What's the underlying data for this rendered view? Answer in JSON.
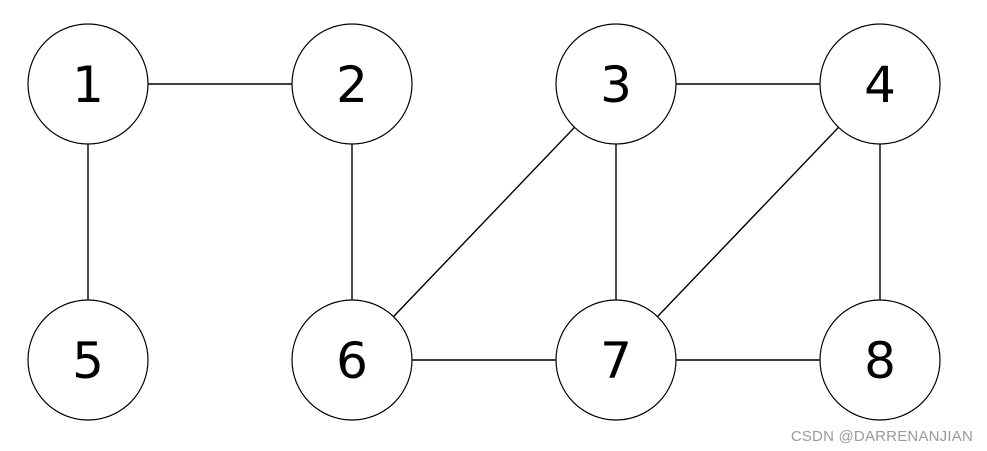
{
  "diagram": {
    "nodes": [
      {
        "id": "1",
        "label": "1"
      },
      {
        "id": "2",
        "label": "2"
      },
      {
        "id": "3",
        "label": "3"
      },
      {
        "id": "4",
        "label": "4"
      },
      {
        "id": "5",
        "label": "5"
      },
      {
        "id": "6",
        "label": "6"
      },
      {
        "id": "7",
        "label": "7"
      },
      {
        "id": "8",
        "label": "8"
      }
    ],
    "edges": [
      {
        "from": "1",
        "to": "2"
      },
      {
        "from": "1",
        "to": "5"
      },
      {
        "from": "2",
        "to": "6"
      },
      {
        "from": "3",
        "to": "4"
      },
      {
        "from": "3",
        "to": "6"
      },
      {
        "from": "3",
        "to": "7"
      },
      {
        "from": "4",
        "to": "7"
      },
      {
        "from": "4",
        "to": "8"
      },
      {
        "from": "6",
        "to": "7"
      },
      {
        "from": "7",
        "to": "8"
      }
    ]
  },
  "watermark": "CSDN @DARRENANJIAN",
  "colors": {
    "stroke": "#000000",
    "background": "#ffffff",
    "watermark": "#9a9a9a"
  }
}
